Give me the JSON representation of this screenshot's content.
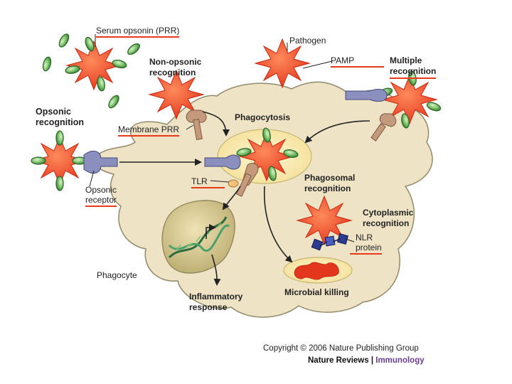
{
  "labels": {
    "serum_opsonin": "Serum opsonin (PRR)",
    "pathogen": "Pathogen",
    "pamp": "PAMP",
    "multiple_recognition": "Multiple\nrecognition",
    "non_opsonic_recognition": "Non-opsonic\nrecognition",
    "opsonic_recognition": "Opsonic\nrecognition",
    "membrane_prr": "Membrane PRR",
    "phagocytosis": "Phagocytosis",
    "tlr": "TLR",
    "phagosomal_recognition": "Phagosomal\nrecognition",
    "opsonic_receptor": "Opsonic\nreceptor",
    "cytoplasmic_recognition": "Cytoplasmic\nrecognition",
    "nlr_protein": "NLR\nprotein",
    "phagocyte": "Phagocyte",
    "microbial_killing": "Microbial killing",
    "inflammatory_response": "Inflammatory\nresponse"
  },
  "credits": {
    "copyright": "Copyright © 2006 Nature Publishing Group",
    "publisher": "Nature Reviews",
    "separator": " | ",
    "journal": "Immunology"
  },
  "colors": {
    "pathogen_red": "#e8391b",
    "opsonin_green": "#3e9a3c",
    "cell_fill": "#efe3c6",
    "phagosome_fill": "#fbedb6",
    "receptor_purple": "#8a8fbe",
    "receptor_tan": "#c59a7c",
    "nlr_blue": "#2d3c8c",
    "underline_red": "#e8391b",
    "journal_purple": "#6a3f8f"
  }
}
